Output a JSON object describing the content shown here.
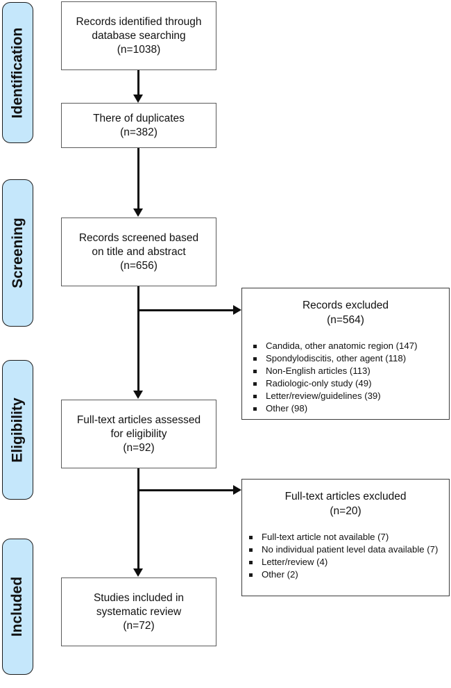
{
  "diagram": {
    "type": "prisma-flow-diagram",
    "accent_color": "#c5e7fb",
    "line_color": "#0d0d0d",
    "box_border_color": "#5a5a5a"
  },
  "stages": [
    {
      "label": "Identification"
    },
    {
      "label": "Screening"
    },
    {
      "label": "Eligibility"
    },
    {
      "label": "Included"
    }
  ],
  "flow_boxes": [
    {
      "id": "records-identified",
      "lines": [
        "Records identified through",
        "database searching",
        "(n=1038)"
      ]
    },
    {
      "id": "duplicates",
      "lines": [
        "There of duplicates",
        "(n=382)"
      ]
    },
    {
      "id": "records-screened",
      "lines": [
        "Records screened based",
        "on title and abstract",
        "(n=656)"
      ]
    },
    {
      "id": "full-text-assessed",
      "lines": [
        "Full-text articles assessed",
        "for eligibility",
        "(n=92)"
      ]
    },
    {
      "id": "studies-included",
      "lines": [
        "Studies included in",
        "systematic review",
        "(n=72)"
      ]
    }
  ],
  "exclusion_boxes": [
    {
      "id": "records-excluded",
      "title": "Records excluded",
      "count": "(n=564)",
      "reasons": [
        "Candida, other anatomic region (147)",
        "Spondylodiscitis, other agent (118)",
        "Non-English articles (113)",
        "Radiologic-only study (49)",
        "Letter/review/guidelines (39)",
        "Other (98)"
      ]
    },
    {
      "id": "full-text-excluded",
      "title": "Full-text articles excluded",
      "count": "(n=20)",
      "reasons": [
        "Full-text article not available (7)",
        "No individual patient level data available (7)",
        "Letter/review (4)",
        "Other (2)"
      ]
    }
  ]
}
